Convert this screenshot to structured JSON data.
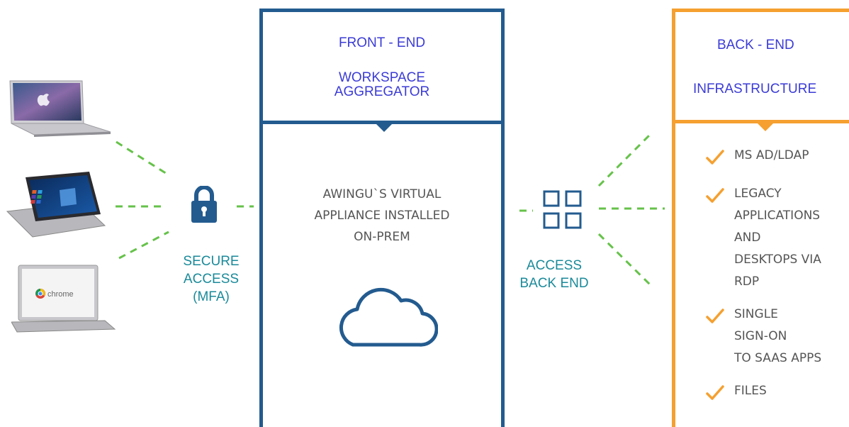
{
  "secure_access": {
    "lines": [
      "SECURE",
      "ACCESS",
      "(MFA)"
    ]
  },
  "access_back_end": {
    "lines": [
      "ACCESS",
      "BACK END"
    ]
  },
  "front_end": {
    "title": "FRONT - END",
    "subtitle_lines": [
      "WORKSPACE",
      "AGGREGATOR"
    ],
    "body_lines": [
      "AWINGU`S VIRTUAL",
      "APPLIANCE INSTALLED",
      "ON-PREM"
    ],
    "border_color": "#235b8f"
  },
  "back_end": {
    "title": "BACK - END",
    "subtitle": "INFRASTRUCTURE",
    "border_color": "#f5a030",
    "features": [
      {
        "lines": [
          "MS AD/LDAP"
        ]
      },
      {
        "lines": [
          "LEGACY",
          "APPLICATIONS",
          "AND",
          "DESKTOPS VIA",
          "RDP"
        ]
      },
      {
        "lines": [
          "SINGLE",
          "SIGN-ON",
          "TO SAAS APPS"
        ]
      },
      {
        "lines": [
          "FILES"
        ]
      }
    ]
  },
  "devices": {
    "chromebook_screen_text": "chrome",
    "icons": [
      "macbook-laptop-icon",
      "windows-2in1-laptop-icon",
      "chromebook-laptop-icon"
    ]
  },
  "icons": {
    "lock": "lock-icon",
    "grid": "apps-grid-icon",
    "cloud": "cloud-icon",
    "check": "checkmark-icon"
  },
  "colors": {
    "connector_green": "#66c24a",
    "teal_text": "#1a8a9a",
    "blue_text": "#3b3bd6",
    "lock_blue": "#235b8f"
  }
}
